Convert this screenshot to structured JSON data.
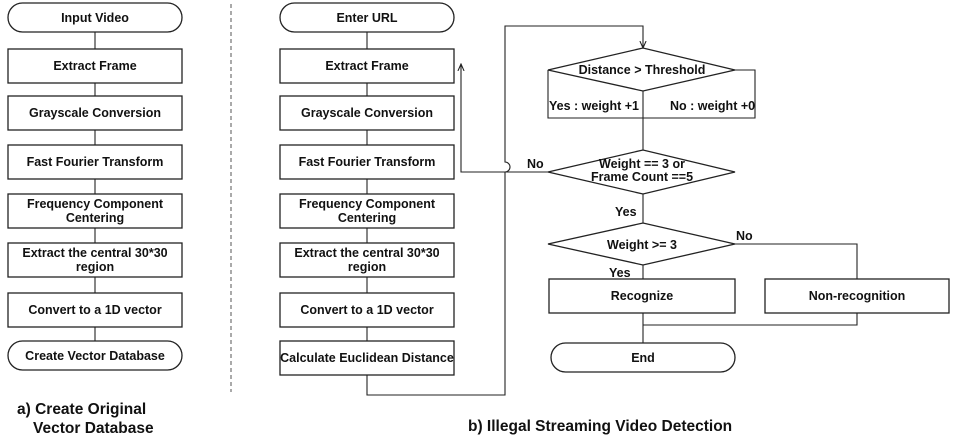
{
  "panel_a": {
    "nodes": {
      "input_video": "Input Video",
      "extract_frame": "Extract Frame",
      "grayscale": "Grayscale Conversion",
      "fft": "Fast Fourier Transform",
      "centering": [
        "Frequency Component",
        "Centering"
      ],
      "extract_region": [
        "Extract the central 30*30",
        "region"
      ],
      "convert_vector": "Convert to a 1D vector",
      "create_db": "Create Vector Database"
    },
    "caption": [
      "a)   Create Original",
      "Vector Database"
    ]
  },
  "panel_b": {
    "nodes": {
      "enter_url": "Enter URL",
      "extract_frame": "Extract Frame",
      "grayscale": "Grayscale Conversion",
      "fft": "Fast Fourier Transform",
      "centering": [
        "Frequency Component",
        "Centering"
      ],
      "extract_region": [
        "Extract the central 30*30",
        "region"
      ],
      "convert_vector": "Convert to a 1D vector",
      "euclidean": "Calculate Euclidean Distance",
      "threshold_decision": "Distance > Threshold",
      "weight_count_decision": [
        "Weight == 3 or",
        "Frame Count ==5"
      ],
      "weight_decision": "Weight >= 3",
      "recognize": "Recognize",
      "non_recognition": "Non-recognition",
      "end": "End"
    },
    "edges": {
      "yes_weight": "Yes : weight +1",
      "no_weight": "No : weight +0",
      "no_loop": "No",
      "yes_continue": "Yes",
      "no_nonrec": "No",
      "yes_recognize": "Yes"
    },
    "caption": "b) Illegal Streaming Video Detection"
  }
}
